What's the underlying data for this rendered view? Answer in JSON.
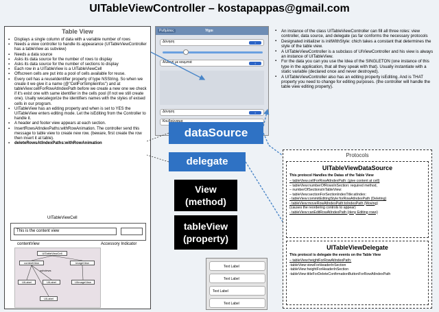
{
  "title": "UITableViewController – kostapappas@gmail.com",
  "table_view": {
    "heading": "Table View",
    "bullets": [
      "Displays a single column of data with a variable number of rows",
      "Needs a view controller to handle its appearance (UITableViewController has a tableView as subview)",
      "Needs a data source",
      "Asks its data source for the number of rows to display",
      "Asks its data source for the number of sections to display",
      "Each row in a UITableView is a UITableViewCell",
      "Offscreen cells are put into a pool of cells available for reuse.",
      "Every cell has a reuseIdentifier property of type NSString. So when we create it we give it a name (@\"CellForSimpleinfos\") and at tableView:cellForRowAtIndexPath before we create a new one we check if it's exist one with same identifier in the cells pool (if not we still create one). Usally wecategorize the identifiers names with the styles of exised cells in our program.",
      "UITableView has an editing property and when is set to YES the UITableView enters editing mode. Let the isEditing from the Controller to handle it.",
      "A header and footer view appears at each section.",
      "InsertRowsAtIndexPaths:withRowAnimation. The controller send this message to table view to create new row. (beware, first create the row then insert it at table).",
      "deleteRowsAtIndexPaths:withRowAnimation"
    ]
  },
  "cell_diagram": {
    "caption": "UITableViewCell",
    "content_text": "This is the content view",
    "content_label": "contentView",
    "accessory_label": "Accessory Indicator"
  },
  "hierarchy": {
    "root": "UITableViewCell",
    "content": "contentView",
    "image": "imageView",
    "subviews": "subviews",
    "label1": "UILabel",
    "label2": "UILabel",
    "label3": "UILabel",
    "image_cls": "UIImageView"
  },
  "phone_settings": {
    "bar_left": "Ρυθμίσεις",
    "bar_title": "Ήχοι",
    "rows": [
      "Δόνηση",
      "Αλλαγή με κουμπιά",
      "Δόνηση",
      "Κουδούνισμα"
    ],
    "toggle_on": "I"
  },
  "phone_cells": {
    "rows": [
      "Text Label",
      "Text Label",
      "Text Label",
      "Text Label"
    ]
  },
  "right_text": [
    "An instance of the class UITableViewController can fill all three roles: view controller, data source, and delegate (as far conforms the necessary protocols",
    "Designated initializer is initWithStyle: chich takes a constant that determines the style of the table view.",
    "A UITableViewController is a subclass of UIViewController and his view is always an instance of UITableView.",
    "For the data you can you use the Idea of the SINGLETON (one instance of this type in the application, that all they speak with that). Usually instantiate with a static variable (declared once and never destroyed).",
    "A UITableViewController also has an editing property isEditing. And is THAT property you need to change for editing purposes. (the controller will handle the table view editing property)."
  ],
  "boxes": {
    "data_source": "dataSource",
    "delegate": "delegate",
    "view_method": "View\n(method)",
    "tableview_property": "tableView\n(property)"
  },
  "protocols": {
    "heading": "Protocols",
    "datasource": {
      "title": "UITableViewDataSource",
      "subtitle": "This protocol Handles the Datas of the Table View",
      "lines": [
        "– tableView.cellForRowAtIndexPath: (give content at cell)",
        "– tableView:numberOfRowsInSection: required method,",
        "– numberOfSectionsInTableView:",
        "– tableView:sectionForSectionIndexTitle:atIndex:",
        "- tableView:commitEditingStyle:forRowAtIndexPath (Deleting)",
        "- tableView:moveRowAtIndexPath:toIndexPath (Moving)",
        "  (causes the reordering controls to appear)",
        "- tableView:canEditRowAtIndexPath (deny Editing rows)"
      ]
    },
    "delegate": {
      "title": "UITableViewDelegate",
      "subtitle": "This protocol is delegate the events on the Table View",
      "lines": [
        "– tableView:heightForRowAtIndexPath:",
        "-tableView:viewForHeaderInSection",
        "-tableView:heightForHeaderInSection",
        "-tableView:titleForDeleteConfirmationButtonForRowAtIndexPath"
      ]
    }
  },
  "colors": {
    "accent_blue": "#2f72c4",
    "arrow_blue": "#4a86c8"
  }
}
